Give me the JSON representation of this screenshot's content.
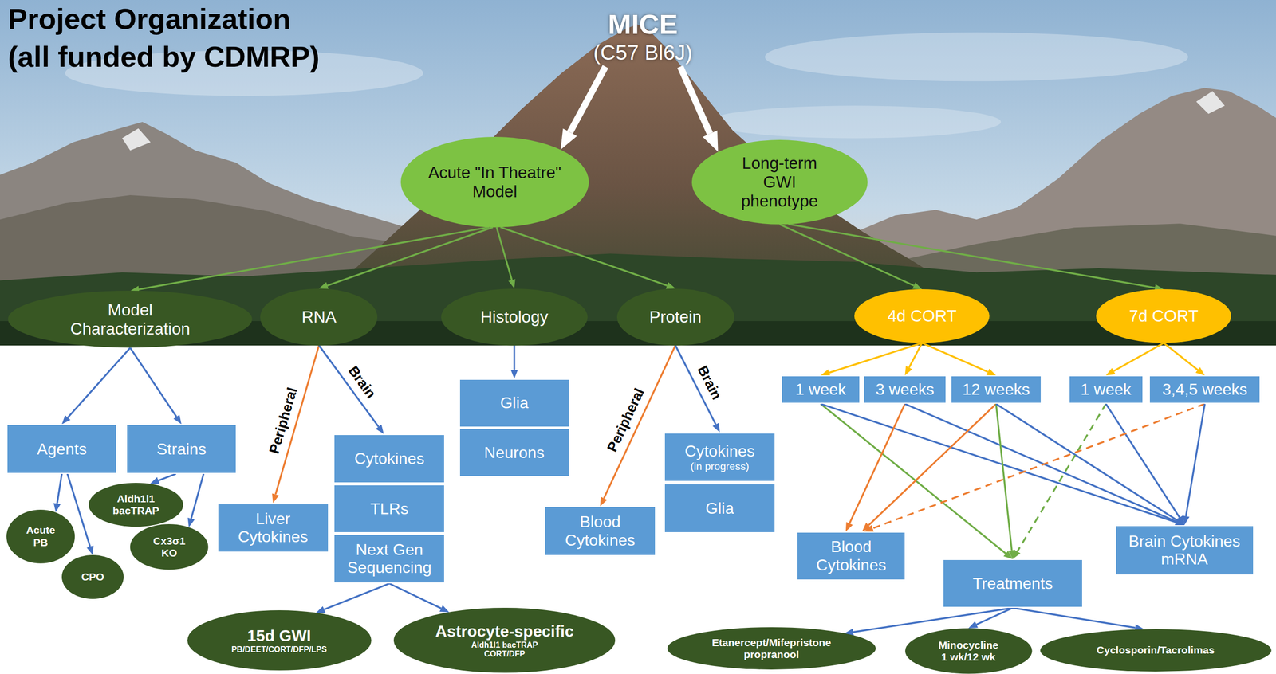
{
  "diagram": {
    "title": "Project Organization",
    "nodes": [
      {
        "text": [
          "MICE",
          "(C57 Bl6J)"
        ]
      },
      {
        "text": [
          "Acute \"In Theatre\" Model"
        ]
      },
      {
        "text": [
          "Long-term GWI phenotype"
        ]
      },
      {
        "text": [
          "Model Characterization"
        ]
      },
      {
        "text": [
          "RNA"
        ]
      },
      {
        "text": [
          "Histology"
        ]
      },
      {
        "text": [
          "Protein"
        ]
      },
      {
        "text": [
          "4d CORT"
        ]
      },
      {
        "text": [
          "7d CORT"
        ]
      },
      {
        "text": [
          "Agents"
        ]
      },
      {
        "text": [
          "Strains"
        ]
      },
      {
        "text": [
          "Acute PB"
        ]
      },
      {
        "text": [
          "CPO"
        ]
      },
      {
        "text": [
          "Aldh1l1 bacTRAP"
        ]
      },
      {
        "text": [
          "Cx3σ1 KO"
        ]
      },
      {
        "text": [
          "Liver Cytokines"
        ]
      },
      {
        "text": [
          "Cytokines"
        ]
      },
      {
        "text": [
          "TLRs"
        ]
      },
      {
        "text": [
          "Next Gen Sequencing"
        ]
      },
      {
        "text": [
          "Glia"
        ]
      },
      {
        "text": [
          "Neurons"
        ]
      },
      {
        "text": [
          "Blood Cytokines"
        ]
      },
      {
        "text": [
          "Cytokines",
          "(in progress)"
        ]
      },
      {
        "text": [
          "Glia"
        ]
      },
      {
        "text": [
          "1 week"
        ]
      },
      {
        "text": [
          "3 weeks"
        ]
      },
      {
        "text": [
          "12 weeks"
        ]
      },
      {
        "text": [
          "1 week"
        ]
      },
      {
        "text": [
          "3,4,5 weeks"
        ]
      },
      {
        "text": [
          "Blood Cytokines"
        ]
      },
      {
        "text": [
          "Treatments"
        ]
      },
      {
        "text": [
          "Brain Cytokines mRNA"
        ]
      },
      {
        "text": [
          "15d GWI",
          "PB/DEET/CORT/DFP/LPS"
        ]
      },
      {
        "text": [
          "Astrocyte-specific",
          "Aldh1l1 bacTRAP CORT/DFP"
        ]
      },
      {
        "text": [
          "Etanercept/Mifepristone propranool"
        ]
      },
      {
        "text": [
          "Minocycline 1 wk/12 wk"
        ]
      },
      {
        "text": [
          "Cyclosporin/Tacrolimas"
        ]
      }
    ],
    "edges": [
      {
        "from": 0,
        "to": 1,
        "arrow": "to"
      },
      {
        "from": 0,
        "to": 2,
        "arrow": "to"
      },
      {
        "from": 1,
        "to": 3,
        "arrow": "to"
      },
      {
        "from": 1,
        "to": 4,
        "arrow": "to"
      },
      {
        "from": 1,
        "to": 5,
        "arrow": "to"
      },
      {
        "from": 1,
        "to": 6,
        "arrow": "to"
      },
      {
        "from": 2,
        "to": 7,
        "arrow": "to"
      },
      {
        "from": 2,
        "to": 8,
        "arrow": "to"
      },
      {
        "from": 3,
        "to": 9,
        "arrow": "to"
      },
      {
        "from": 3,
        "to": 10,
        "arrow": "to"
      },
      {
        "from": 9,
        "to": 11,
        "arrow": "to"
      },
      {
        "from": 9,
        "to": 12,
        "arrow": "to"
      },
      {
        "from": 10,
        "to": 13,
        "arrow": "to"
      },
      {
        "from": 10,
        "to": 14,
        "arrow": "to"
      },
      {
        "from": 4,
        "to": 15,
        "label": "Peripheral",
        "arrow": "to"
      },
      {
        "from": 4,
        "to": 16,
        "label": "Brain",
        "arrow": "to"
      },
      {
        "from": 5,
        "to": 19,
        "arrow": "to"
      },
      {
        "from": 6,
        "to": 21,
        "label": "Peripheral",
        "arrow": "to"
      },
      {
        "from": 6,
        "to": 22,
        "label": "Brain",
        "arrow": "to"
      },
      {
        "from": 18,
        "to": 32,
        "arrow": "to"
      },
      {
        "from": 18,
        "to": 33,
        "arrow": "to"
      },
      {
        "from": 7,
        "to": 24,
        "arrow": "to"
      },
      {
        "from": 7,
        "to": 25,
        "arrow": "to"
      },
      {
        "from": 7,
        "to": 26,
        "arrow": "to"
      },
      {
        "from": 8,
        "to": 27,
        "arrow": "to"
      },
      {
        "from": 8,
        "to": 28,
        "arrow": "to"
      },
      {
        "from": 24,
        "to": 30,
        "arrow": "to"
      },
      {
        "from": 24,
        "to": 31,
        "arrow": "to"
      },
      {
        "from": 25,
        "to": 29,
        "arrow": "to"
      },
      {
        "from": 25,
        "to": 31,
        "arrow": "to"
      },
      {
        "from": 26,
        "to": 29,
        "arrow": "to"
      },
      {
        "from": 26,
        "to": 30,
        "arrow": "to"
      },
      {
        "from": 26,
        "to": 31,
        "arrow": "to"
      },
      {
        "from": 27,
        "to": 30,
        "arrow": "to"
      },
      {
        "from": 27,
        "to": 31,
        "arrow": "to"
      },
      {
        "from": 28,
        "to": 29,
        "arrow": "to"
      },
      {
        "from": 28,
        "to": 31,
        "arrow": "to"
      },
      {
        "from": 30,
        "to": 34,
        "arrow": "to"
      },
      {
        "from": 30,
        "to": 35,
        "arrow": "to"
      },
      {
        "from": 30,
        "to": 36,
        "arrow": "to"
      }
    ],
    "labels": [
      "(all funded by CDMRP)"
    ]
  }
}
